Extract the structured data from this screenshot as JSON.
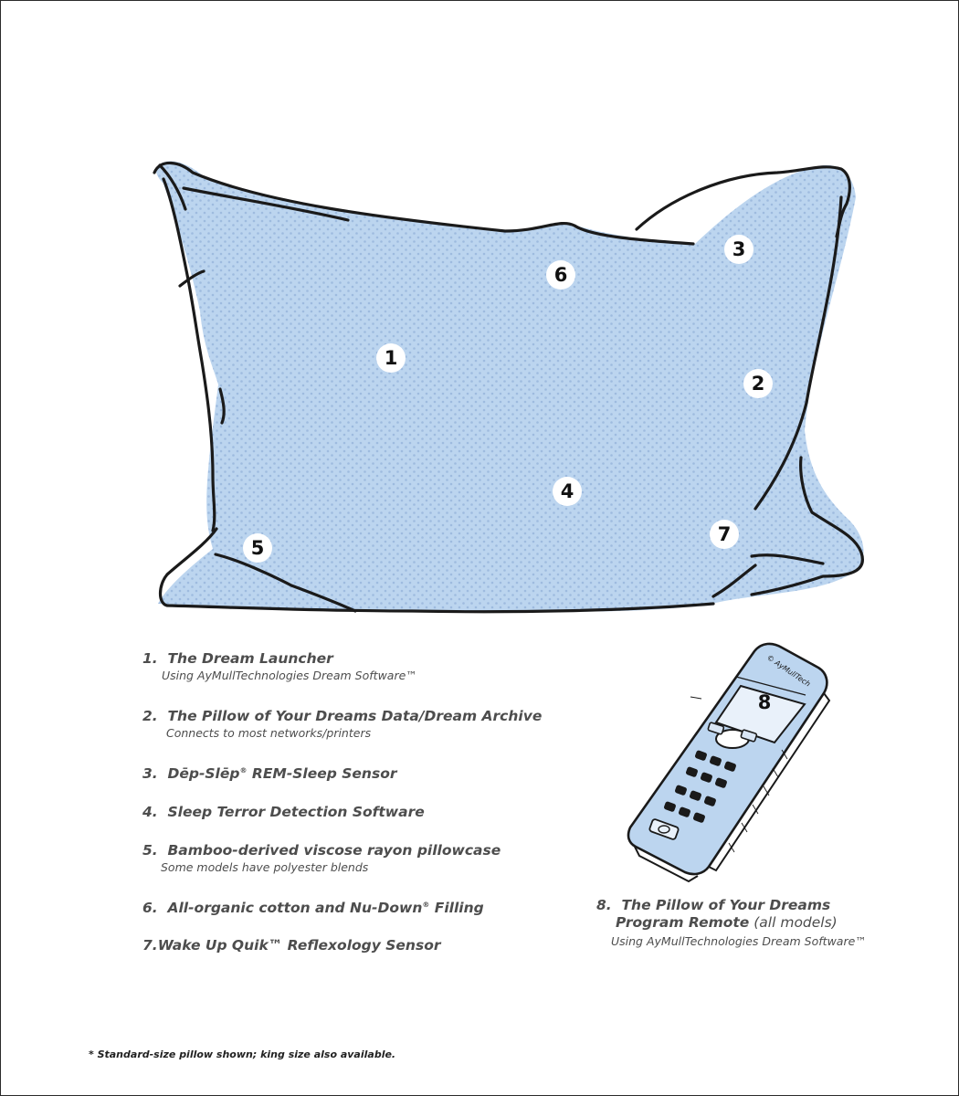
{
  "brand_colors": {
    "pillow_fill": "#b9d3ee",
    "pillow_dots": "#9fbde0",
    "ink": "#1a1a1a",
    "remote_fill": "#b9d3ee",
    "legend_text": "#4d4d4d"
  },
  "callouts": [
    "1",
    "2",
    "3",
    "4",
    "5",
    "6",
    "7",
    "8"
  ],
  "remote_brand_mark": "© AyMullTech",
  "legend": [
    {
      "num": "1.",
      "title": "The Dream Launcher",
      "subtitle": "Using AyMullTechnologies Dream Software™"
    },
    {
      "num": "2.",
      "title": "The Pillow of Your Dreams Data/Dream Archive",
      "subtitle": "Connects to most networks/printers"
    },
    {
      "num": "3.",
      "title_pre": "Dēp-Slēp",
      "title_mark": "®",
      "title_post": " REM-Sleep Sensor"
    },
    {
      "num": "4.",
      "title": "Sleep Terror Detection Software"
    },
    {
      "num": "5.",
      "title": "Bamboo-derived viscose rayon pillowcase",
      "subtitle": "Some models have polyester blends"
    },
    {
      "num": "6.",
      "title_pre": "All-organic cotton and Nu-Down",
      "title_mark": "®",
      "title_post": " Filling"
    },
    {
      "num": "7.",
      "title": "Wake Up Quik™ Reflexology Sensor"
    }
  ],
  "remote_legend": {
    "num": "8.",
    "line1": "The Pillow of Your Dreams",
    "line2_bold": "Program Remote",
    "line2_rest": " (all models)",
    "subtitle": "Using AyMullTechnologies Dream Software™"
  },
  "footnote": "* Standard-size pillow shown; king size also available."
}
